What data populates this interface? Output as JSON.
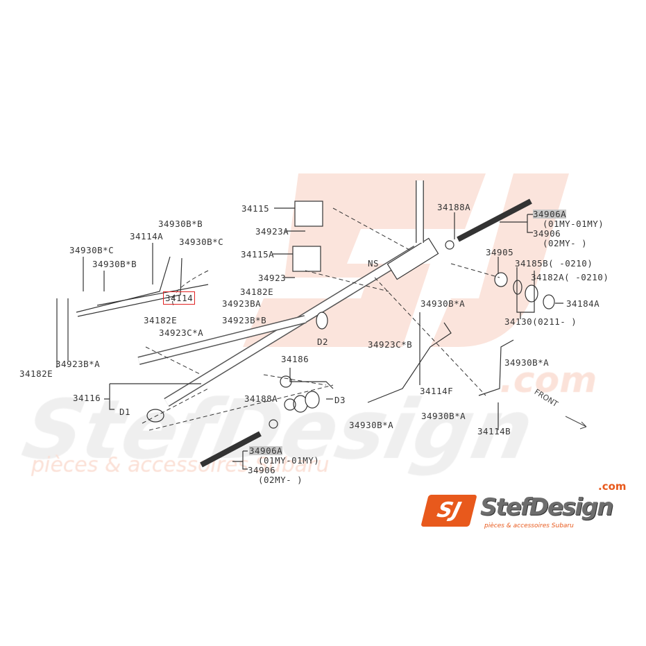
{
  "watermark": {
    "brand": "StefDesign",
    "com": ".com",
    "tagline": "pièces & accessoires Subaru"
  },
  "logo": {
    "mark": "SJ",
    "name": "StefDesign",
    "com": ".com",
    "tagline": "pièces & accessoires Subaru",
    "accent": "#e8591c"
  },
  "front_label": "FRONT",
  "labels": [
    {
      "text": "34115"
    },
    {
      "text": "34923A"
    },
    {
      "text": "34115A"
    },
    {
      "text": "34923"
    },
    {
      "text": "NS"
    },
    {
      "text": "34188A"
    },
    {
      "text": "34906A",
      "highlighted": true
    },
    {
      "text": "(01MY-01MY)"
    },
    {
      "text": "34906"
    },
    {
      "text": "(02MY-    )"
    },
    {
      "text": "34905"
    },
    {
      "text": "34185B(   -0210)"
    },
    {
      "text": "34182A(   -0210)"
    },
    {
      "text": "34184A"
    },
    {
      "text": "34130(0211-    )"
    },
    {
      "text": "34930B*B"
    },
    {
      "text": "34114A"
    },
    {
      "text": "34930B*C"
    },
    {
      "text": "34930B*C"
    },
    {
      "text": "34930B*B"
    },
    {
      "text": "34182E"
    },
    {
      "text": "34114",
      "boxed": true
    },
    {
      "text": "34923BA"
    },
    {
      "text": "34182E"
    },
    {
      "text": "34923B*B"
    },
    {
      "text": "34923C*A"
    },
    {
      "text": "34182E"
    },
    {
      "text": "34923B*A"
    },
    {
      "text": "D2"
    },
    {
      "text": "34923C*B"
    },
    {
      "text": "34930B*A"
    },
    {
      "text": "34930B*A"
    },
    {
      "text": "34114F"
    },
    {
      "text": "34930B*A"
    },
    {
      "text": "34930B*A"
    },
    {
      "text": "34114B"
    },
    {
      "text": "34186"
    },
    {
      "text": "34188A"
    },
    {
      "text": "D3"
    },
    {
      "text": "34116"
    },
    {
      "text": "D1"
    },
    {
      "text": "34906A",
      "highlighted": true
    },
    {
      "text": "(01MY-01MY)"
    },
    {
      "text": "34906"
    },
    {
      "text": "(02MY-    )"
    }
  ]
}
